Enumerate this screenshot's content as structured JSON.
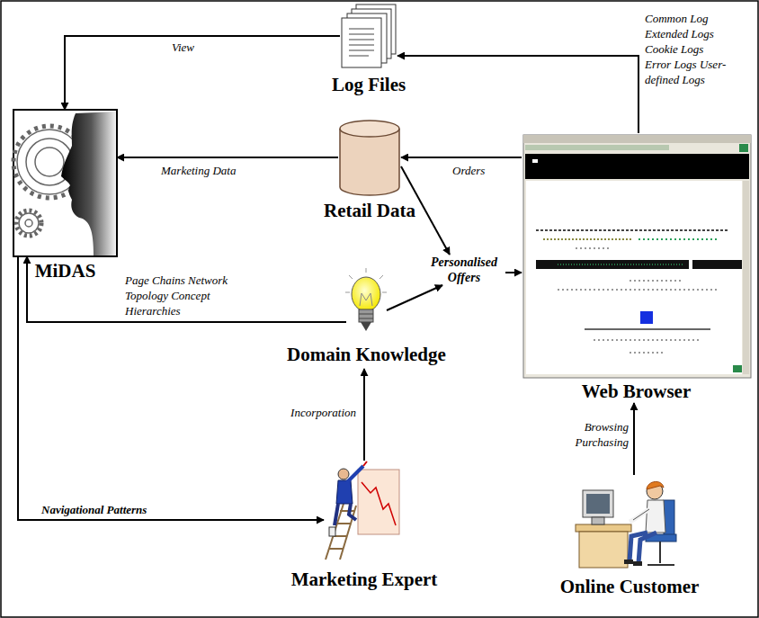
{
  "diagram": {
    "nodes": [
      {
        "text": [
          "Log Files"
        ]
      },
      {
        "text": [
          "MiDAS"
        ]
      },
      {
        "text": [
          "Retail Data"
        ]
      },
      {
        "text": [
          "Personalised Offers"
        ]
      },
      {
        "text": [
          "Web Browser"
        ]
      },
      {
        "text": [
          "Domain Knowledge"
        ]
      },
      {
        "text": [
          "Marketing Expert"
        ]
      },
      {
        "text": [
          "Online Customer"
        ]
      }
    ],
    "edges": [
      {
        "from": 0,
        "to": 1,
        "label": "View",
        "arrow": "to"
      },
      {
        "from": 4,
        "to": 0,
        "label": "Common Log Extended Logs Cookie Logs Error Logs User-defined Logs",
        "arrow": "to"
      },
      {
        "from": 2,
        "to": 1,
        "label": "Marketing Data",
        "arrow": "to"
      },
      {
        "from": 4,
        "to": 2,
        "label": "Orders",
        "arrow": "to"
      },
      {
        "from": 5,
        "to": 1,
        "label": "Page Chains Network Topology Concept Hierarchies",
        "arrow": "to"
      },
      {
        "from": 1,
        "to": 6,
        "label": "Navigational Patterns",
        "arrow": "to"
      },
      {
        "from": 6,
        "to": 5,
        "label": "Incorporation",
        "arrow": "to"
      },
      {
        "from": 7,
        "to": 4,
        "label": "Browsing Purchasing",
        "arrow": "to"
      },
      {
        "from": 2,
        "to": 3,
        "arrow": "to"
      },
      {
        "from": 5,
        "to": 3,
        "arrow": "to"
      },
      {
        "from": 3,
        "to": 4,
        "arrow": "to"
      }
    ]
  }
}
